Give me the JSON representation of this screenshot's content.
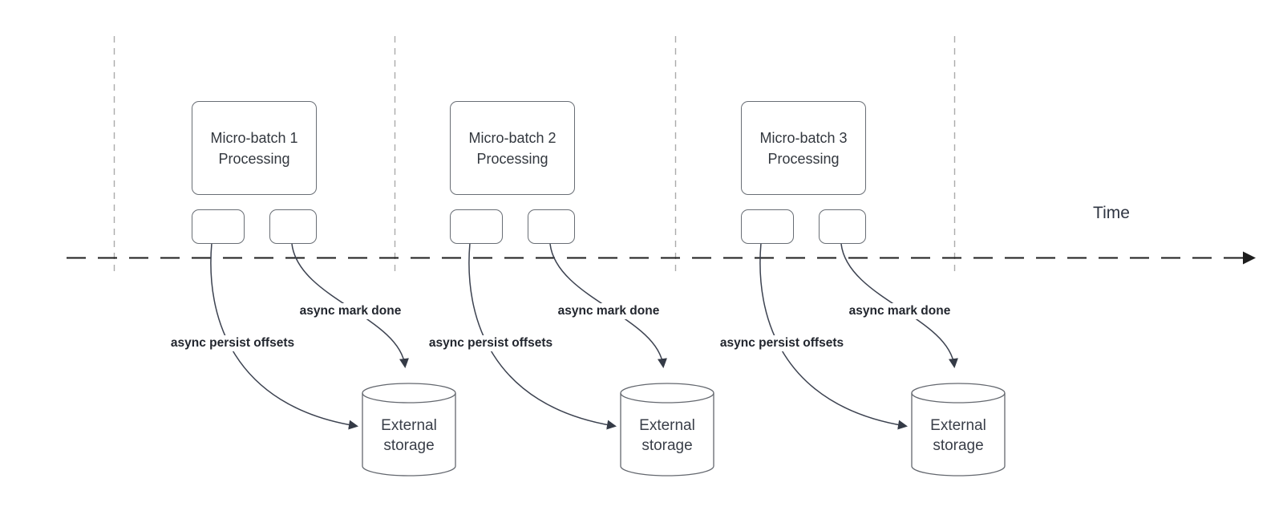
{
  "timeline": {
    "label": "Time"
  },
  "batches": [
    {
      "label": "Micro-batch 1 Processing",
      "persist_label": "async persist offsets",
      "mark_done_label": "async mark done",
      "storage_label": "External storage"
    },
    {
      "label": "Micro-batch 2 Processing",
      "persist_label": "async persist offsets",
      "mark_done_label": "async mark done",
      "storage_label": "External storage"
    },
    {
      "label": "Micro-batch 3 Processing",
      "persist_label": "async persist offsets",
      "mark_done_label": "async mark done",
      "storage_label": "External storage"
    }
  ],
  "colors": {
    "arrow": "#3c4250",
    "timeline": "#1d1d1d",
    "guide": "#ababab",
    "shape_border": "#63676e",
    "text": "#33383f"
  }
}
